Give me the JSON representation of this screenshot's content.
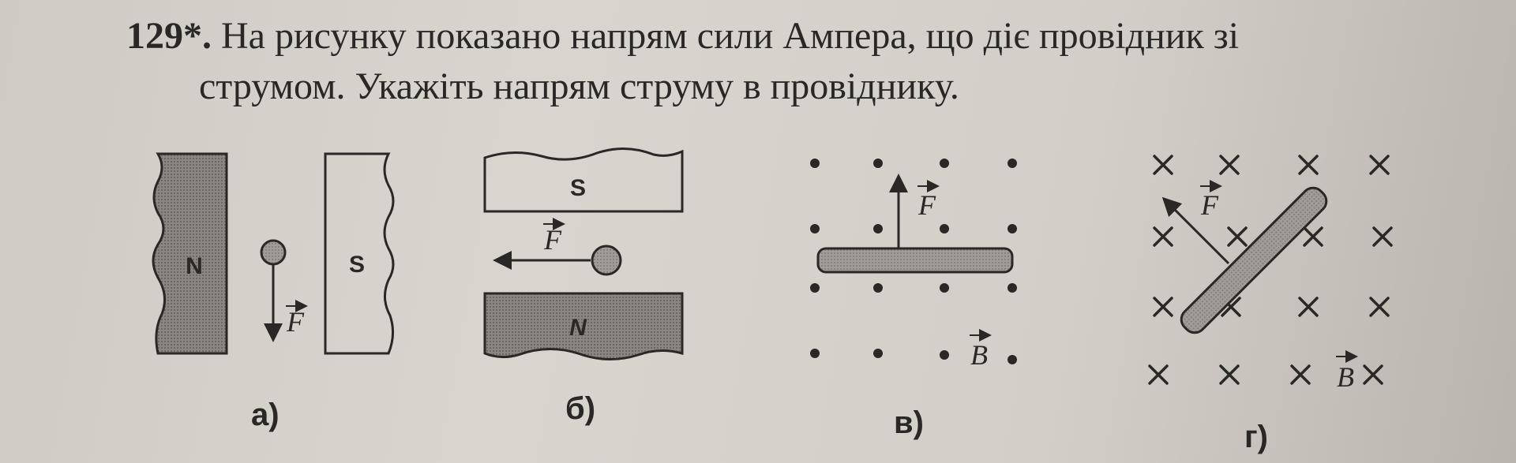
{
  "problem": {
    "number": "129*.",
    "line1": "На рисунку показано напрям сили Ампера, що діє провідник зі",
    "line2": "струмом. Укажіть напрям струму в провіднику."
  },
  "figures": {
    "a": {
      "label": "а)",
      "pole_left": "N",
      "pole_right": "S",
      "force": "F"
    },
    "b": {
      "label": "б)",
      "pole_top": "S",
      "pole_bottom": "N",
      "force": "F"
    },
    "v": {
      "label": "в)",
      "force": "F",
      "field": "B"
    },
    "g": {
      "label": "г)",
      "force": "F",
      "field": "B"
    }
  }
}
